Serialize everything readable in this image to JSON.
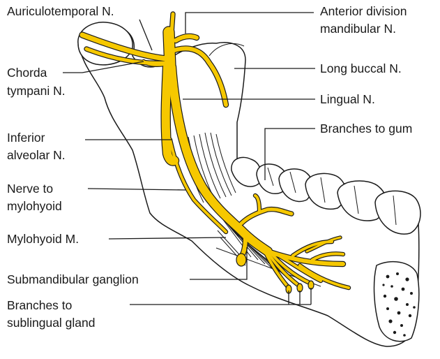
{
  "colors": {
    "nerve": "#f6c800",
    "outline": "#1a1a1a",
    "background": "#ffffff"
  },
  "labels": {
    "auriculotemporal": "Auriculotemporal N.",
    "chorda_1": "Chorda",
    "chorda_2": "tympani N.",
    "inferior_alveolar_1": "Inferior",
    "inferior_alveolar_2": "alveolar N.",
    "nerve_mylohyoid_1": "Nerve to",
    "nerve_mylohyoid_2": "mylohyoid",
    "mylohyoid_m": "Mylohyoid M.",
    "submandibular": "Submandibular ganglion",
    "sublingual_1": "Branches to",
    "sublingual_2": "sublingual gland",
    "anterior_1": "Anterior division",
    "anterior_2": "mandibular N.",
    "long_buccal": "Long buccal N.",
    "lingual": "Lingual N.",
    "branches_gum": "Branches to gum"
  }
}
